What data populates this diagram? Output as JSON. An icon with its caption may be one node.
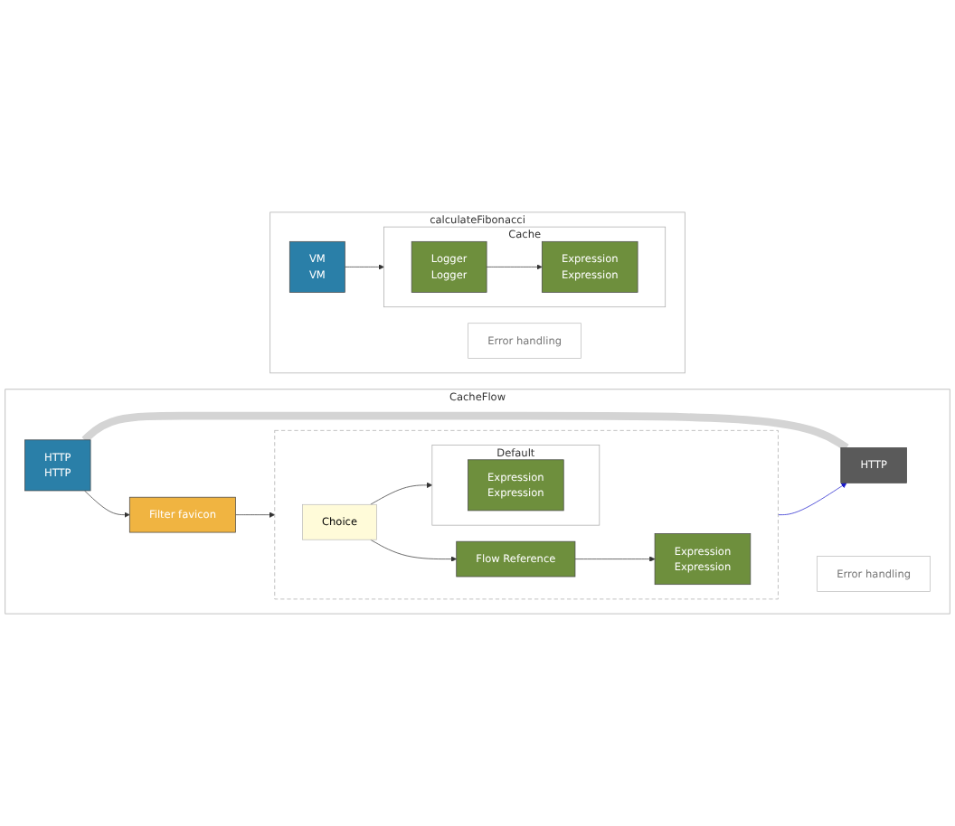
{
  "diagram": {
    "nodes": [
      {
        "text": [
          "CacheFlow"
        ]
      },
      {
        "text": [
          "HTTP",
          "HTTP"
        ],
        "in": 0
      },
      {
        "text": [
          "Filter favicon"
        ],
        "in": 0
      },
      {
        "text": [],
        "shape": "box",
        "in": 0
      },
      {
        "text": [
          "Choice"
        ],
        "in": 3
      },
      {
        "text": [
          "Flow Reference"
        ],
        "in": 3
      },
      {
        "text": [
          "Expression",
          "Expression"
        ],
        "in": 3
      },
      {
        "text": [
          "Default"
        ],
        "in": 3
      },
      {
        "text": [
          "Expression",
          "Expression"
        ],
        "in": 7
      },
      {
        "text": [
          "HTTP"
        ],
        "in": 0
      },
      {
        "text": [
          "Error handling"
        ],
        "in": 0
      },
      {
        "text": [
          "calculateFibonacci"
        ]
      },
      {
        "text": [
          "VM",
          "VM"
        ],
        "in": 11
      },
      {
        "text": [
          "Cache"
        ],
        "in": 11
      },
      {
        "text": [
          "Logger",
          "Logger"
        ],
        "in": 13
      },
      {
        "text": [
          "Expression",
          "Expression"
        ],
        "in": 13
      },
      {
        "text": [
          "Error handling"
        ],
        "in": 11
      }
    ],
    "edges": [
      {
        "from": 1,
        "to": 2,
        "arrow": "to"
      },
      {
        "from": 2,
        "to": 3,
        "arrow": "to"
      },
      {
        "from": 4,
        "to": 5,
        "arrow": "to"
      },
      {
        "from": 5,
        "to": 6,
        "arrow": "to"
      },
      {
        "from": 4,
        "to": 7,
        "arrow": "to"
      },
      {
        "from": 3,
        "to": 9,
        "arrow": "to",
        "color": "#1a1acc"
      },
      {
        "from": 1,
        "to": 9,
        "arrow": "none",
        "style": "thick",
        "color": "#d4d4d4"
      },
      {
        "from": 12,
        "to": 13,
        "arrow": "to"
      },
      {
        "from": 14,
        "to": 15,
        "arrow": "to"
      }
    ]
  }
}
